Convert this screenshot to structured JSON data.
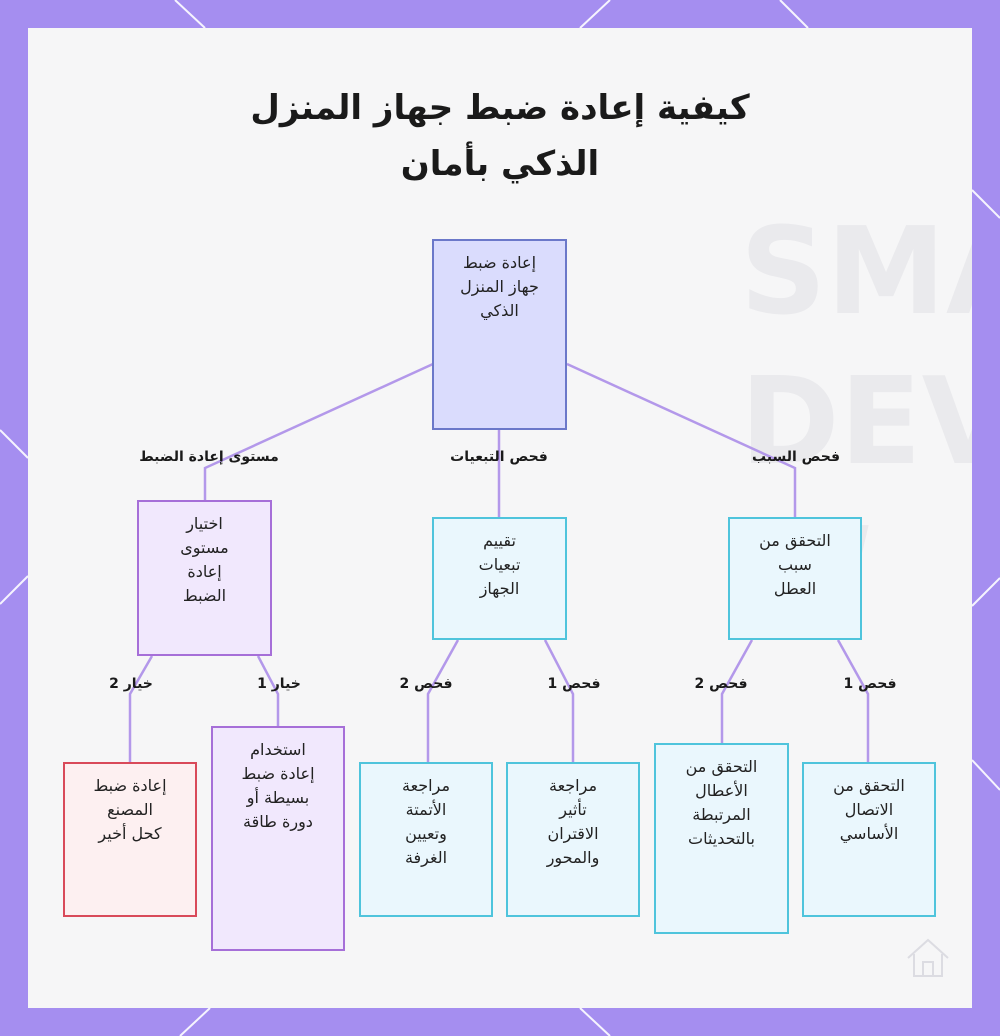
{
  "title": {
    "line1": "كيفية إعادة ضبط جهاز المنزل",
    "line2": "الذكي بأمان"
  },
  "watermark": "SMA\nDEV\nW",
  "nodes": {
    "root": "إعادة ضبط\nجهاز المنزل\nالذكي",
    "cause": "التحقق من\nسبب\nالعطل",
    "deps": "تقييم\nتبعيات\nالجهاز",
    "level": "اختيار\nمستوى\nإعادة\nالضبط",
    "basic_conn": "التحقق من\nالاتصال\nالأساسي",
    "update_faults": "التحقق من\nالأعطال\nالمرتبطة\nبالتحديثات",
    "pairing": "مراجعة\nتأثير\nالاقتران\nوالمحور",
    "automation": "مراجعة\nالأتمتة\nوتعيين\nالغرفة",
    "simple_reset": "استخدام\nإعادة ضبط\nبسيطة أو\nدورة طاقة",
    "factory_reset": "إعادة ضبط\nالمصنع\nكحل أخير"
  },
  "edge_labels": {
    "cause": "فحص السبب",
    "deps": "فحص التبعيات",
    "level": "مستوى إعادة الضبط",
    "check1_a": "فحص 1",
    "check2_a": "فحص 2",
    "check1_b": "فحص 1",
    "check2_b": "فحص 2",
    "option1": "خيار 1",
    "option2": "خيار 2"
  },
  "colors": {
    "frame": "#a58ef0",
    "card": "#f6f6f7",
    "edge": "#b398ea",
    "root_fill": "#dadcfd",
    "root_border": "#6b78c9",
    "cyan_fill": "#eaf7fd",
    "cyan_border": "#4fc4dc",
    "purple_fill": "#f1e8fd",
    "purple_border": "#a66fd8",
    "red_fill": "#fdf0f1",
    "red_border": "#d94a5a"
  },
  "icons": [
    "home-icon"
  ]
}
